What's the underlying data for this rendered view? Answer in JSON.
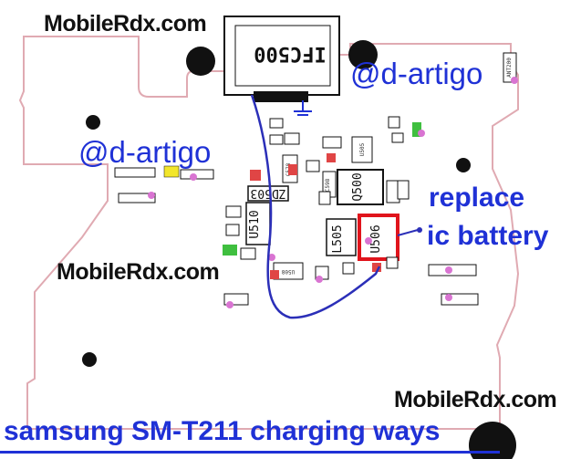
{
  "watermarks": {
    "top_left": "MobileRdx.com",
    "mid_left": "MobileRdx.com",
    "bottom_right": "MobileRdx.com"
  },
  "tags": {
    "top_right": "@d-artigo",
    "mid_left": "@d-artigo"
  },
  "note": {
    "line1": "replace",
    "line2": "ic battery"
  },
  "caption": "samsung SM-T211 charging ways",
  "parts": {
    "connector": "IFC500",
    "q500": "Q500",
    "u506": "U506",
    "u510": "U510",
    "l505": "L505",
    "zd503": "ZD503",
    "u505": "U505",
    "u508": "U508",
    "c578": "C578",
    "c598": "C598",
    "ant200": "ANT200"
  },
  "colors": {
    "outline": "#e0aab2",
    "trace": "#2b2fb8",
    "highlight": "#e0141c",
    "label_blue": "#1f31d6",
    "pad_pink": "#d974d2",
    "pad_red": "#e04545",
    "pad_green": "#3fbf3f",
    "pad_yellow": "#f2e62b"
  }
}
